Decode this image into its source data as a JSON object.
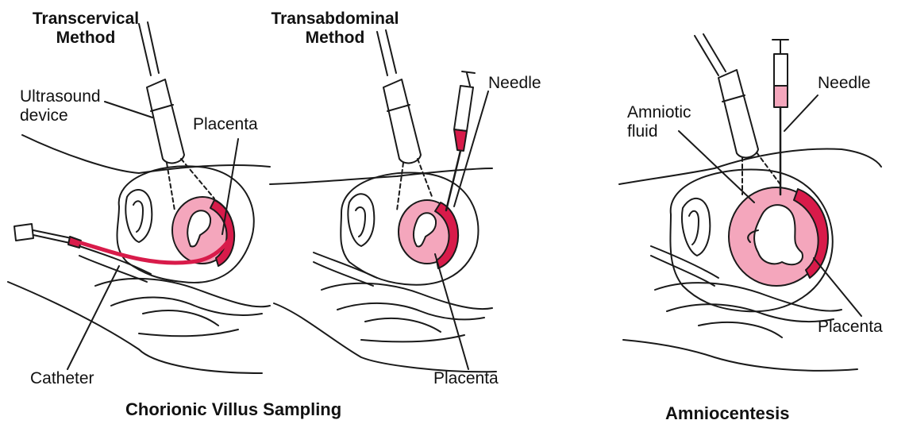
{
  "colors": {
    "pink_light": "#f4a6bc",
    "pink_dark": "#d81b4a",
    "ink": "#1a1a1a"
  },
  "cvs": {
    "caption": "Chorionic Villus Sampling",
    "transcervical": {
      "heading_line1": "Transcervical",
      "heading_line2": "Method",
      "ultrasound_line1": "Ultrasound",
      "ultrasound_line2": "device",
      "placenta": "Placenta",
      "catheter": "Catheter"
    },
    "transabdominal": {
      "heading_line1": "Transabdominal",
      "heading_line2": "Method",
      "needle": "Needle",
      "placenta": "Placenta"
    }
  },
  "amnio": {
    "caption": "Amniocentesis",
    "needle": "Needle",
    "fluid_line1": "Amniotic",
    "fluid_line2": "fluid",
    "placenta": "Placenta"
  }
}
